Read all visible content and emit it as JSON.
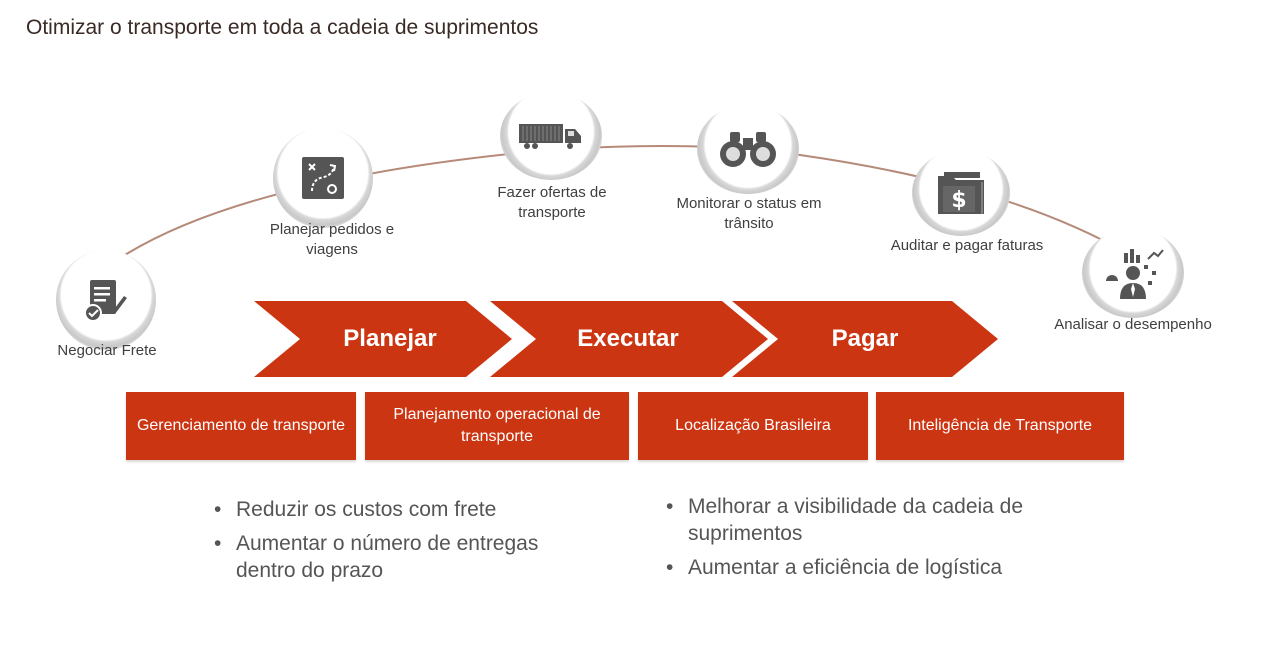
{
  "title": "Otimizar o transporte em toda a cadeia de suprimentos",
  "steps": [
    {
      "label": "Negociar Frete",
      "icon": "contract-sign-icon"
    },
    {
      "label": "Planejar pedidos e viagens",
      "icon": "strategy-board-icon"
    },
    {
      "label": "Fazer ofertas de transporte",
      "icon": "truck-icon"
    },
    {
      "label": "Monitorar o status em trânsito",
      "icon": "binoculars-icon"
    },
    {
      "label": "Auditar e pagar faturas",
      "icon": "invoice-folder-icon"
    },
    {
      "label": "Analisar o desempenho",
      "icon": "analyst-icon"
    }
  ],
  "phases": [
    "Planejar",
    "Executar",
    "Pagar"
  ],
  "modules": [
    "Gerenciamento de transporte",
    "Planejamento operacional de transporte",
    "Localização Brasileira",
    "Inteligência de Transporte"
  ],
  "benefits_left": [
    "Reduzir os custos com frete",
    "Aumentar o número de entregas dentro do prazo"
  ],
  "benefits_right": [
    "Melhorar a visibilidade da cadeia de suprimentos",
    "Aumentar a eficiência de logística"
  ],
  "colors": {
    "accent": "#cc3512",
    "arc": "#b58a78",
    "icon": "#555555"
  }
}
